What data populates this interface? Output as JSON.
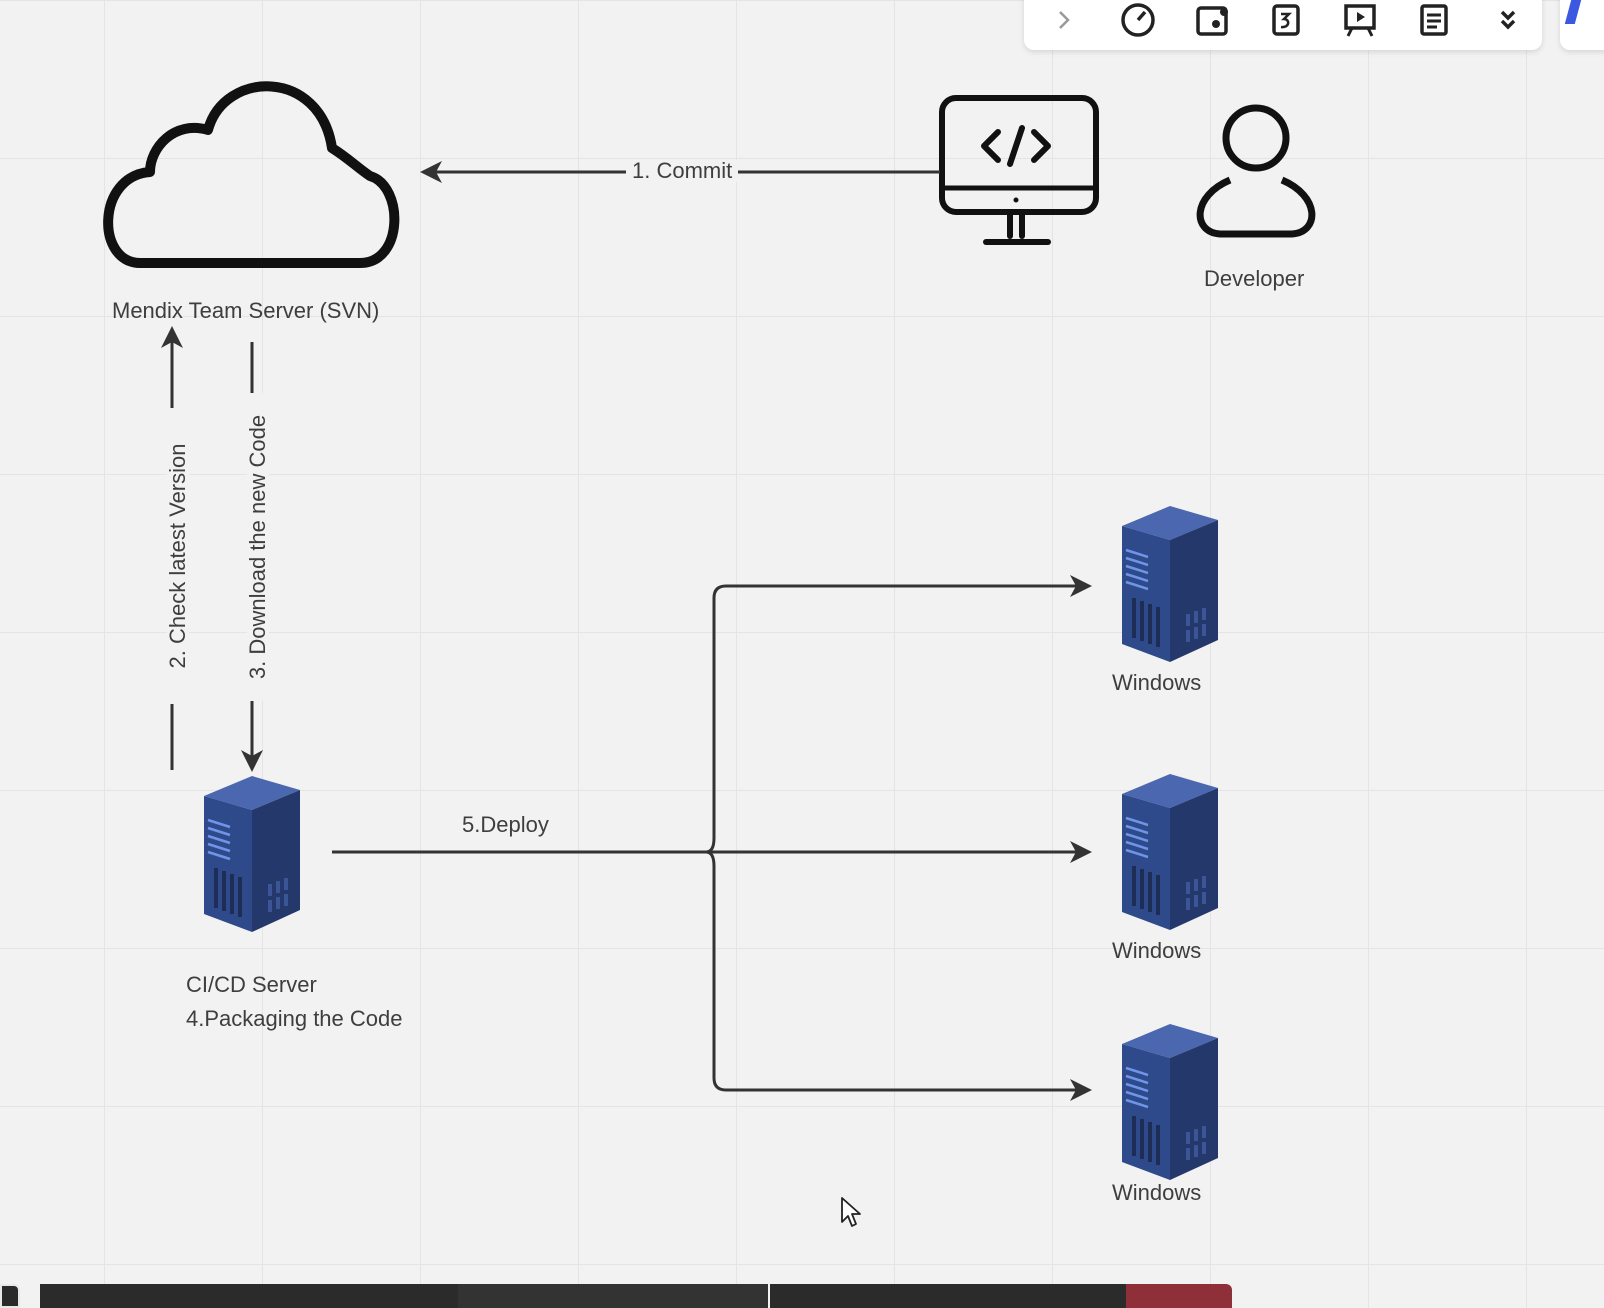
{
  "diagram": {
    "nodes": {
      "svn": {
        "label": "Mendix Team Server (SVN)",
        "icon": "cloud-icon"
      },
      "developer": {
        "label": "Developer",
        "icon": "person-icon"
      },
      "workstation": {
        "icon": "code-monitor-icon"
      },
      "cicd": {
        "line1": "CI/CD Server",
        "line2": "4.Packaging the Code",
        "icon": "server-icon"
      },
      "targets": [
        {
          "label": "Windows",
          "icon": "server-icon"
        },
        {
          "label": "Windows",
          "icon": "server-icon"
        },
        {
          "label": "Windows",
          "icon": "server-icon"
        }
      ]
    },
    "edges": {
      "commit": "1. Commit",
      "check": "2. Check latest Version",
      "download": "3. Download the new Code",
      "deploy": "5.Deploy"
    }
  },
  "toolbar": {
    "items": [
      "chevron-right-icon",
      "timer-icon",
      "card-icon",
      "calendar-icon",
      "presentation-icon",
      "document-icon",
      "chevron-double-down-icon"
    ]
  },
  "colors": {
    "background": "#f2f2f2",
    "grid": "#e4e4e4",
    "line": "#333333",
    "server_front": "#2f4a8a",
    "server_side": "#24386b",
    "server_top": "#4a67b0",
    "taskbar_red": "#8e2f3a"
  }
}
